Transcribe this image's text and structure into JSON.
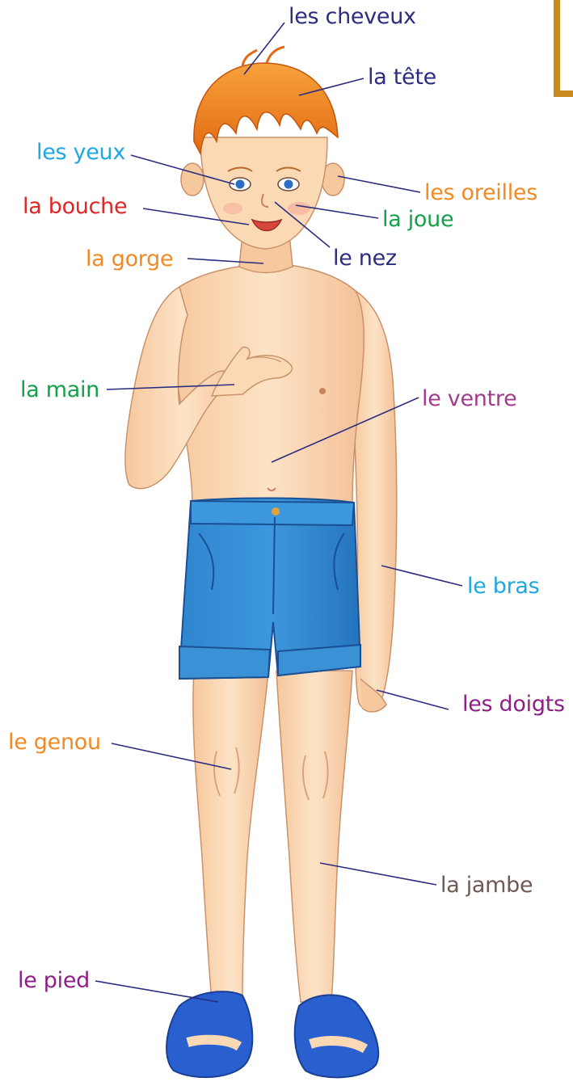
{
  "labels": {
    "cheveux": {
      "text": "les cheveux",
      "color": "#2b2d80"
    },
    "tete": {
      "text": "la tête",
      "color": "#2b2d80"
    },
    "yeux": {
      "text": "les yeux",
      "color": "#1ea8e0"
    },
    "oreilles": {
      "text": "les oreilles",
      "color": "#f08a24"
    },
    "bouche": {
      "text": "la  bouche",
      "color": "#e02626"
    },
    "joue": {
      "text": "la joue",
      "color": "#15a04a"
    },
    "gorge": {
      "text": "la gorge",
      "color": "#f08a24"
    },
    "nez": {
      "text": "le nez",
      "color": "#2b2d80"
    },
    "main": {
      "text": "la main",
      "color": "#15a04a"
    },
    "ventre": {
      "text": "le ventre",
      "color": "#a23b8e"
    },
    "bras": {
      "text": "le bras",
      "color": "#1ea8e0"
    },
    "doigts": {
      "text": "les doigts",
      "color": "#8e1f86"
    },
    "genou": {
      "text": "le genou",
      "color": "#f08a24"
    },
    "jambe": {
      "text": "la jambe",
      "color": "#6e5a52"
    },
    "pied": {
      "text": "le pied",
      "color": "#8e1f86"
    }
  },
  "colors": {
    "leader_line": "#2b2d80",
    "skin": "#fbd9b4",
    "skin_shadow": "#e8b88c",
    "hair": "#f07b1a",
    "shorts": "#2f86cf",
    "sandals": "#2a5fd0",
    "corner_accent": "#c98a1e"
  }
}
